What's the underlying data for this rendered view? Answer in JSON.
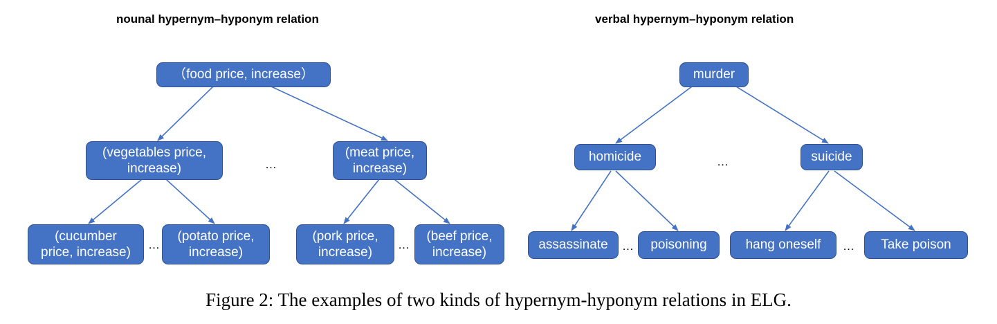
{
  "titles": {
    "left": "nounal hypernym–hyponym relation",
    "right": "verbal hypernym–hyponym relation"
  },
  "nodes": {
    "food": "（food price, increase）",
    "vegetables": "(vegetables price,\nincrease)",
    "meat": "(meat price,\nincrease)",
    "cucumber": "(cucumber\nprice, increase)",
    "potato": "(potato price,\nincrease)",
    "pork": "(pork price,\nincrease)",
    "beef": "(beef price,\nincrease)",
    "murder": "murder",
    "homicide": "homicide",
    "suicide": "suicide",
    "assassinate": "assassinate",
    "poisoning": "poisoning",
    "hang": "hang oneself",
    "takepoison": "Take poison"
  },
  "ellipsis": "…",
  "caption": "Figure 2: The examples of two kinds of hypernym-hyponym relations in ELG.",
  "colors": {
    "node_fill": "#4472c4",
    "node_border": "#2f528f",
    "edge": "#4472c4"
  }
}
